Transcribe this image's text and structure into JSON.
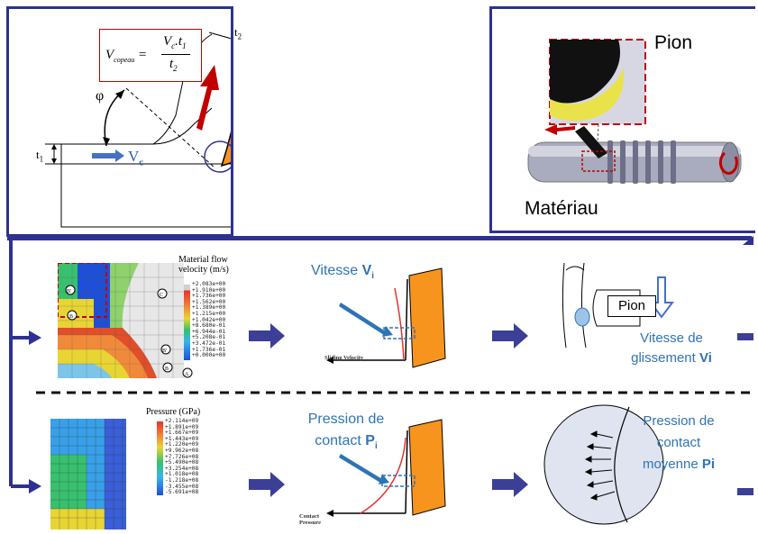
{
  "cutting": {
    "formula_lhs": "V",
    "formula_lhs_sub": "copeau",
    "formula_num": "V",
    "formula_num_sub1": "c",
    "formula_num_rest": ".t",
    "formula_num_sub2": "1",
    "formula_den": "t",
    "formula_den_sub": "2",
    "t2_label": "t",
    "t2_sub": "2",
    "t1_label": "t",
    "t1_sub": "1",
    "phi_label": "φ",
    "vc_label": "V",
    "vc_sub": "c"
  },
  "pion_panel": {
    "pion_label": "Pion",
    "material_label": "Matériau"
  },
  "row1": {
    "sim_title_line1": "Material flow",
    "sim_title_line2": "velocity (m/s)",
    "legend_values": [
      "+2.083e+00",
      "+1.910e+00",
      "+1.736e+00",
      "+1.562e+00",
      "+1.389e+00",
      "+1.215e+00",
      "+1.042e+00",
      "+8.680e-01",
      "+6.944e-01",
      "+5.208e-01",
      "+3.472e-01",
      "+1.736e-01",
      "+0.000e+00"
    ],
    "points": [
      "B'",
      "B",
      "C",
      "B'",
      "B",
      "A"
    ],
    "vitesse_label": "Vitesse ",
    "vitesse_bold": "V",
    "vitesse_sub": "i",
    "sliding_label": "Sliding Velocity",
    "pion_box_label": "Pion",
    "glissement_line1": "Vitesse de",
    "glissement_line2": "glissement ",
    "glissement_bold": "Vi"
  },
  "row2": {
    "sim_title": "Pressure (GPa)",
    "legend_values": [
      "+2.114e+09",
      "+1.891e+09",
      "+1.667e+09",
      "+1.443e+09",
      "+1.220e+09",
      "+9.962e+08",
      "+7.726e+08",
      "+5.490e+08",
      "+3.254e+08",
      "+1.018e+08",
      "-1.218e+08",
      "-3.455e+08",
      "-5.691e+08"
    ],
    "pression_line1": "Pression de",
    "pression_line2": "contact ",
    "pression_bold": "P",
    "pression_sub": "i",
    "contact_label_line1": "Contact",
    "contact_label_line2": "Pressure",
    "moy_line1": "Pression de",
    "moy_line2": "contact",
    "moy_line3": "moyenne ",
    "moy_bold": "Pi"
  },
  "colors": {
    "frame_blue": "#2e3192",
    "tool_orange": "#f7941d",
    "arrow_blue": "#3b3f96",
    "label_blue": "#2e74b5",
    "formula_red": "#c00000"
  }
}
